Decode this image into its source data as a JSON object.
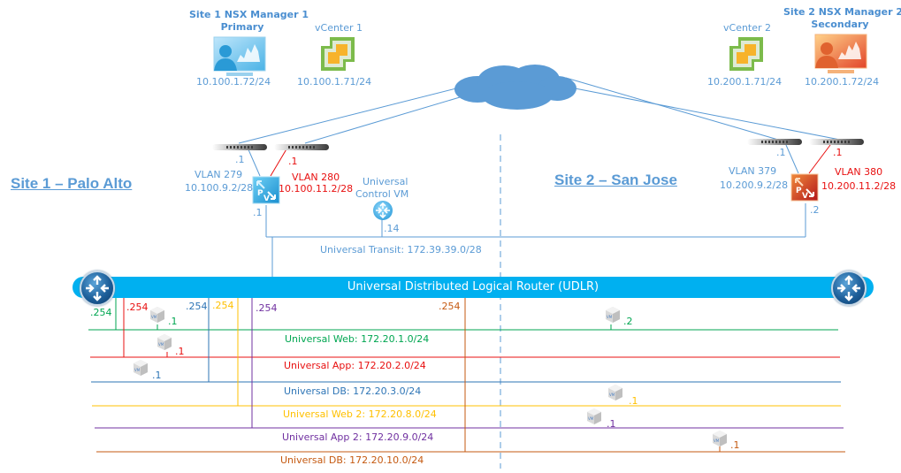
{
  "site1": {
    "title": "Site 1 – Palo Alto",
    "nsx_manager": {
      "name_line1": "Site 1 NSX Manager 1",
      "name_line2": "Primary",
      "ip": "10.100.1.72/24",
      "icon": "nsx-manager-icon"
    },
    "vcenter": {
      "name": "vCenter 1",
      "ip": "10.100.1.71/24",
      "icon": "vcenter-icon"
    },
    "uplink_a": {
      "switch_ip": ".1",
      "vlan": "VLAN 279",
      "edge_ip": "10.100.9.2/28"
    },
    "uplink_b": {
      "switch_ip": ".1",
      "vlan": "VLAN 280",
      "edge_ip": "10.100.11.2/28"
    },
    "edge_transit_ip": ".1"
  },
  "site2": {
    "title": "Site 2 – San Jose",
    "nsx_manager": {
      "name_line1": "Site 2 NSX Manager 2",
      "name_line2": "Secondary",
      "ip": "10.200.1.72/24",
      "icon": "nsx-manager-icon"
    },
    "vcenter": {
      "name": "vCenter 2",
      "ip": "10.200.1.71/24",
      "icon": "vcenter-icon"
    },
    "uplink_a": {
      "switch_ip": ".1",
      "vlan": "VLAN 379",
      "edge_ip": "10.200.9.2/28"
    },
    "uplink_b": {
      "switch_ip": ".1",
      "vlan": "VLAN 380",
      "edge_ip": "10.200.11.2/28"
    },
    "edge_transit_ip": ".2"
  },
  "control_vm": {
    "line1": "Universal",
    "line2": "Control VM",
    "ip": ".14"
  },
  "transit": {
    "label": "Universal Transit: 172.39.39.0/28"
  },
  "udlr": {
    "label": "Universal Distributed Logical Router (UDLR)"
  },
  "segments": [
    {
      "name": "Universal Web: 172.20.1.0/24",
      "color": "#00a651",
      "gateway": ".254",
      "vms": [
        {
          "site": 1,
          "ip": ".1"
        },
        {
          "site": 2,
          "ip": ".2"
        }
      ]
    },
    {
      "name": "Universal App: 172.20.2.0/24",
      "color": "#e81010",
      "gateway": ".254",
      "vms": [
        {
          "site": 1,
          "ip": ".1"
        }
      ]
    },
    {
      "name": "Universal DB: 172.20.3.0/24",
      "color": "#2e75b6",
      "gateway": ".254",
      "vms": [
        {
          "site": 1,
          "ip": ".1"
        }
      ]
    },
    {
      "name": "Universal Web 2: 172.20.8.0/24",
      "color": "#ffc000",
      "gateway": ".254",
      "vms": [
        {
          "site": 2,
          "ip": ".1"
        }
      ]
    },
    {
      "name": "Universal App 2: 172.20.9.0/24",
      "color": "#7030a0",
      "gateway": ".254",
      "vms": [
        {
          "site": 2,
          "ip": ".1"
        }
      ]
    },
    {
      "name": "Universal DB: 172.20.10.0/24",
      "color": "#c55a11",
      "gateway": ".254",
      "vms": [
        {
          "site": 2,
          "ip": ".1"
        }
      ]
    }
  ]
}
